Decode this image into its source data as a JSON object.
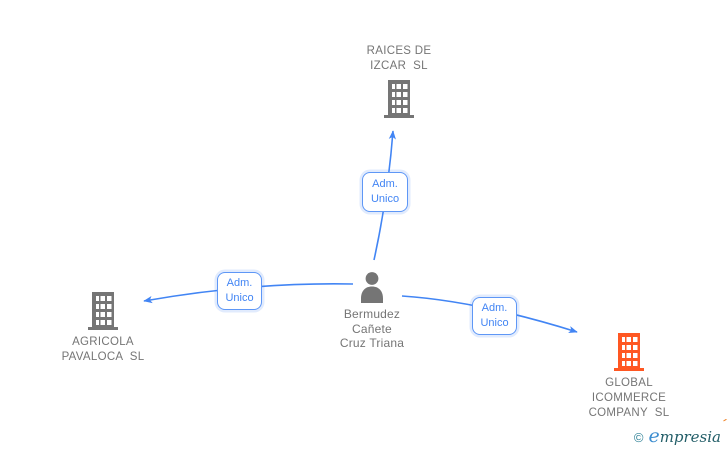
{
  "diagram": {
    "person": {
      "label": "Bermudez\nCañete\nCruz Triana"
    },
    "companies": {
      "raices": {
        "label": "RAICES DE\nIZCAR  SL"
      },
      "agricola": {
        "label": "AGRICOLA\nPAVALOCA  SL"
      },
      "global": {
        "label": "GLOBAL\nICOMMERCE\nCOMPANY  SL"
      }
    },
    "edges": [
      {
        "from": "person",
        "to": "raices",
        "label": "Adm.\nUnico"
      },
      {
        "from": "person",
        "to": "agricola",
        "label": "Adm.\nUnico"
      },
      {
        "from": "person",
        "to": "global",
        "label": "Adm.\nUnico"
      }
    ],
    "colors": {
      "edge_blue": "#4285f4",
      "icon_gray": "#757575",
      "icon_orange": "#ff5722",
      "label_gray": "#757575"
    }
  },
  "watermark": {
    "copyright": "©",
    "brand_first_letter": "e",
    "brand_rest": "mpresia",
    "accent": "´"
  }
}
